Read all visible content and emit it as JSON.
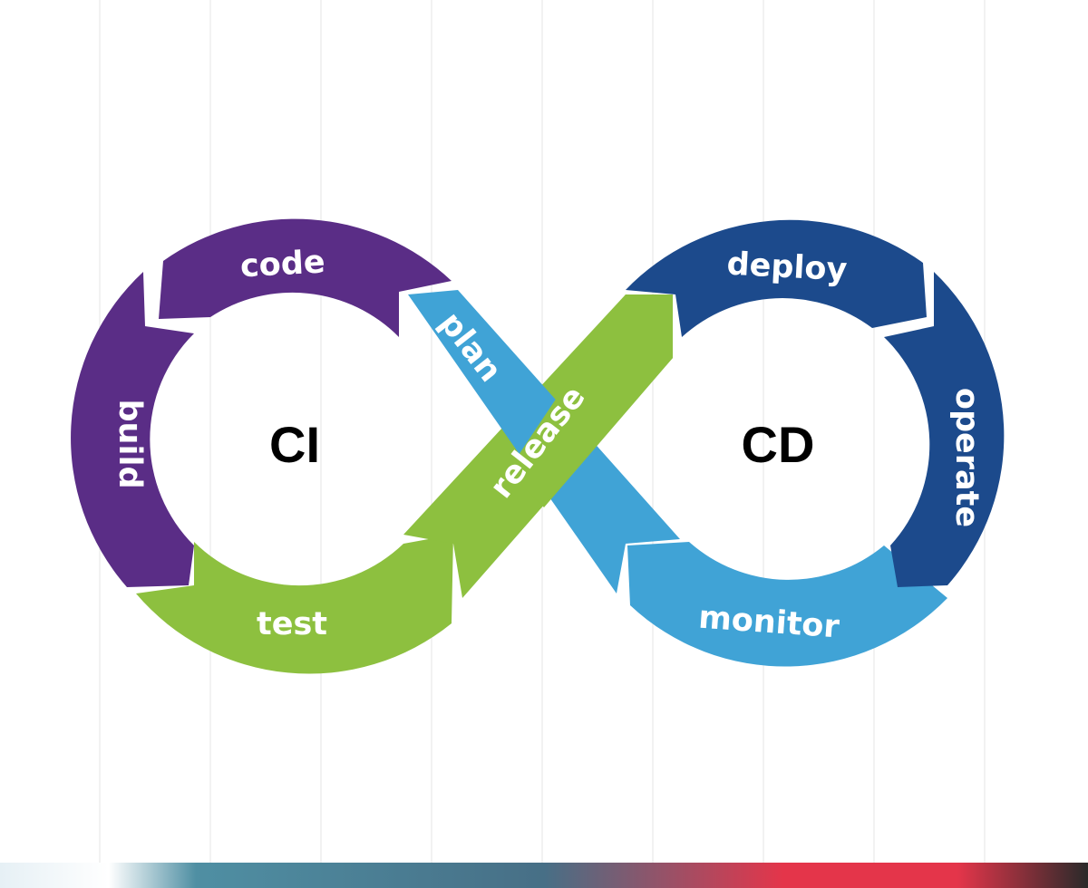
{
  "colors": {
    "purple": "#5a2d86",
    "green": "#8dc03f",
    "light_blue": "#40a3d6",
    "dark_blue": "#1c4a8c",
    "background": "#ffffff",
    "grid": "#e6e6e6",
    "bottom_bar_start": "#cfe3ee",
    "bottom_bar_mid": "#3f7f92",
    "bottom_bar_red": "#e4354a",
    "bottom_bar_end": "#2a2a2a"
  },
  "diagram": {
    "center_left": "CI",
    "center_right": "CD",
    "stages": {
      "code": "code",
      "build": "build",
      "test": "test",
      "release": "release",
      "plan": "plan",
      "deploy": "deploy",
      "operate": "operate",
      "monitor": "monitor"
    }
  }
}
